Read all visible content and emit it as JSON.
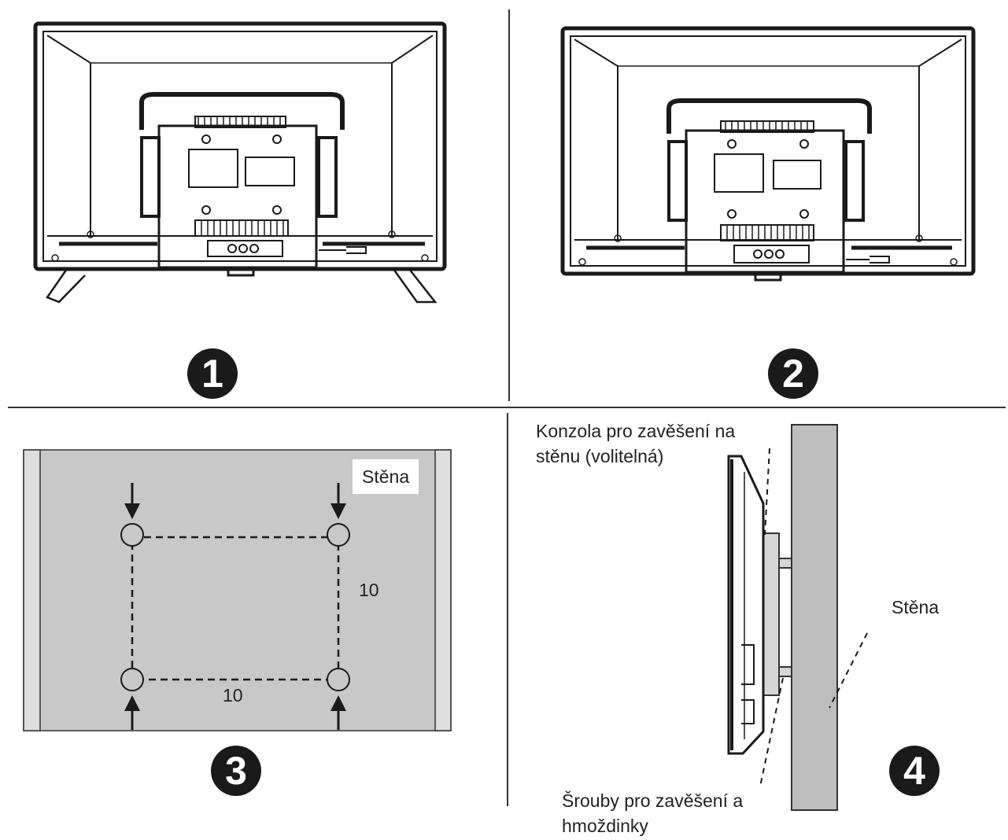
{
  "steps": {
    "one": "1",
    "two": "2",
    "three": "3",
    "four": "4"
  },
  "panel3": {
    "wall_label": "Stěna",
    "dim_vertical": "10",
    "dim_horizontal": "10"
  },
  "panel4": {
    "bracket_label": "Konzola pro zavěšení na\nstěnu (volitelná)",
    "wall_label": "Stěna",
    "screws_label": "Šrouby pro zavěšení a\nhmoždinky"
  },
  "colors": {
    "line": "#1a1a1a",
    "wall_gray": "#c8c8c8",
    "wall_side": "#d8d8d8"
  }
}
